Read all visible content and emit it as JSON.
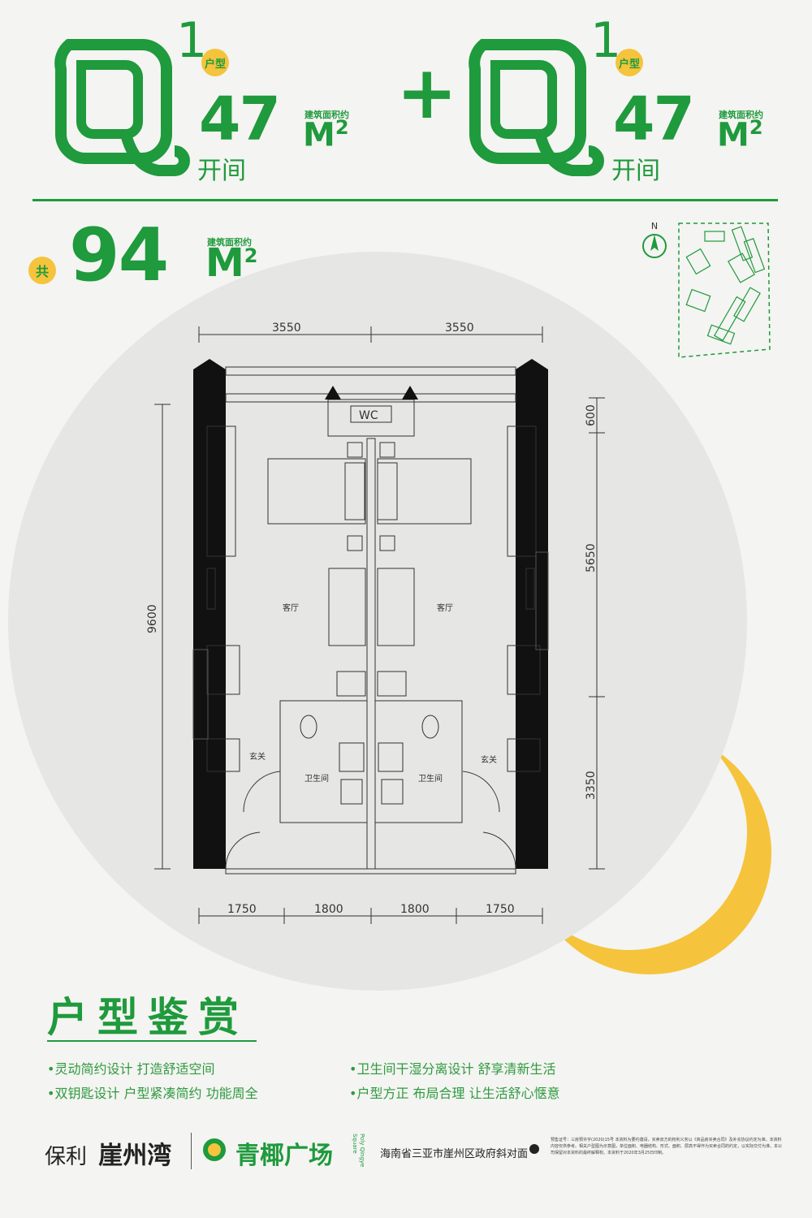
{
  "header": {
    "left_unit": {
      "letter": "Q",
      "sup": "1",
      "badge": "户型",
      "area": "47",
      "area_unit": "M",
      "area_sup": "2",
      "area_label": "建筑面积约",
      "type": "开间"
    },
    "plus": "+",
    "right_unit": {
      "letter": "Q",
      "sup": "1",
      "badge": "户型",
      "area": "47",
      "area_unit": "M",
      "area_sup": "2",
      "area_label": "建筑面积约",
      "type": "开间"
    }
  },
  "total": {
    "prefix": "共",
    "area": "94",
    "area_unit": "M",
    "area_sup": "2",
    "area_label": "建筑面积约"
  },
  "compass": {
    "label": "N"
  },
  "plan": {
    "top_dims": [
      "3550",
      "3550"
    ],
    "bottom_dims": [
      "1750",
      "1800",
      "1800",
      "1750"
    ],
    "left_dim": "9600",
    "right_dims": [
      "600",
      "5650",
      "3350"
    ],
    "wc_label": "WC",
    "rooms": {
      "living_left": "客厅",
      "living_right": "客厅",
      "bath_left": "卫生间",
      "bath_right": "卫生间",
      "foyer_left": "玄关",
      "foyer_right": "玄关"
    }
  },
  "section": {
    "title": "户型鉴赏",
    "bullets_left": [
      "•灵动简约设计 打造舒适空间",
      "•双钥匙设计 户型紧凑简约 功能周全"
    ],
    "bullets_right": [
      "•卫生间干湿分离设计 舒享清新生活",
      "•户型方正 布局合理 让生活舒心惬意"
    ]
  },
  "footer": {
    "brand1": "保利",
    "brand1_name": "崖州湾",
    "brand2": "青椰广场",
    "brand2_en": "Poly Qingye Square",
    "address": "海南省三亚市崖州区政府斜对面",
    "disclaimer": "预售证号：三房预许字(2020)15号 本资料为要约邀请，买卖双方的权利义务以《商品房买卖合同》及补充协议约定为准。本资料内容仅供参考。相关户型图为示意图，单位面积、电器结构、形式、面积、层高不得作为买卖合同的约定，以实际交付为准。本公司保留对本资料的最终解释权。本资料于2020年3月25日印制。"
  },
  "colors": {
    "green": "#1f9a3c",
    "yellow": "#f5c43c",
    "circle": "#e7e7e5",
    "bg": "#f4f4f2"
  }
}
